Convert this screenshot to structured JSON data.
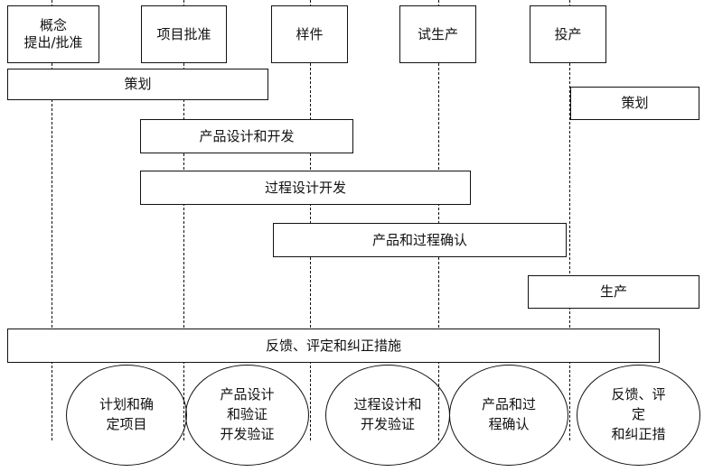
{
  "milestones": [
    {
      "line1": "概念",
      "line2": "提出/批准"
    },
    {
      "line1": "项目批准",
      "line2": ""
    },
    {
      "line1": "样件",
      "line2": ""
    },
    {
      "line1": "试生产",
      "line2": ""
    },
    {
      "line1": "投产",
      "line2": ""
    }
  ],
  "phases": {
    "planning": "策划",
    "planning_after": "策划",
    "product_design": "产品设计和开发",
    "process_design": "过程设计开发",
    "validation": "产品和过程确认",
    "production": "生产",
    "feedback": "反馈、评定和纠正措施"
  },
  "circles": [
    {
      "text": "计划和确\n定项目"
    },
    {
      "text": "产品设计\n和验证\n开发验证"
    },
    {
      "text": "过程设计和\n开发验证"
    },
    {
      "text": "产品和过\n程确认"
    },
    {
      "text": "反馈、评\n定\n和纠正措"
    }
  ]
}
